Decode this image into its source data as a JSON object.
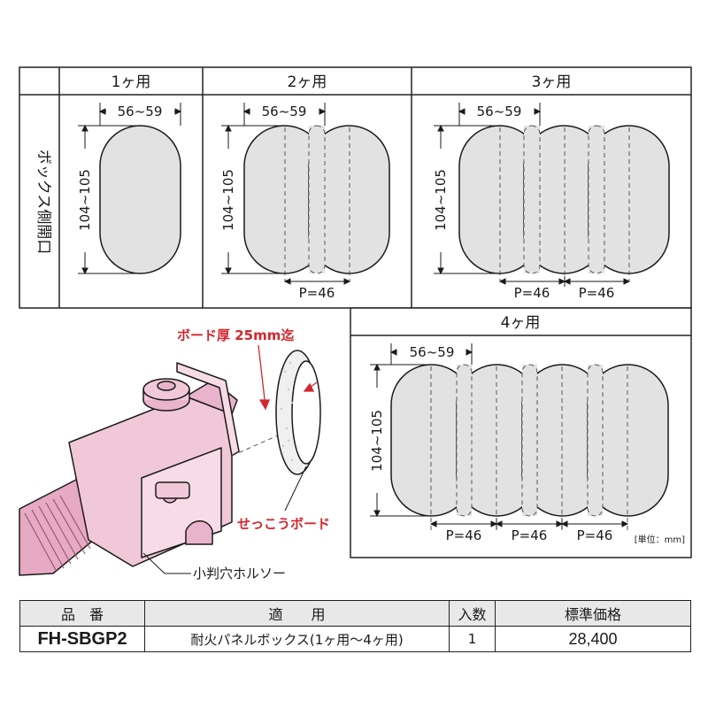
{
  "top_table": {
    "row_label": "ボックス側開口",
    "columns": [
      "1ヶ用",
      "2ヶ用",
      "3ヶ用"
    ]
  },
  "panel4": {
    "title": "4ヶ用"
  },
  "dimensions": {
    "width": "56~59",
    "height": "104~105",
    "pitch": "P=46",
    "unit_note": "[単位：mm]"
  },
  "illustration": {
    "board_thickness_label": "ボード厚 25mm迄",
    "board_label": "せっこうボード",
    "tool_label": "小判穴ホルソー"
  },
  "spec_table": {
    "headers": {
      "part_number": "品　番",
      "usage": "適　　用",
      "quantity": "入数",
      "price": "標準価格"
    },
    "row": {
      "part_number": "FH-SBGP2",
      "usage": "耐火パネルボックス(1ヶ用〜4ヶ用)",
      "quantity": "1",
      "price": "28,400"
    }
  },
  "colors": {
    "shape_fill": "#e2e2e2",
    "tool_body": "#f1c8d8",
    "label_red": "#d4262e"
  }
}
